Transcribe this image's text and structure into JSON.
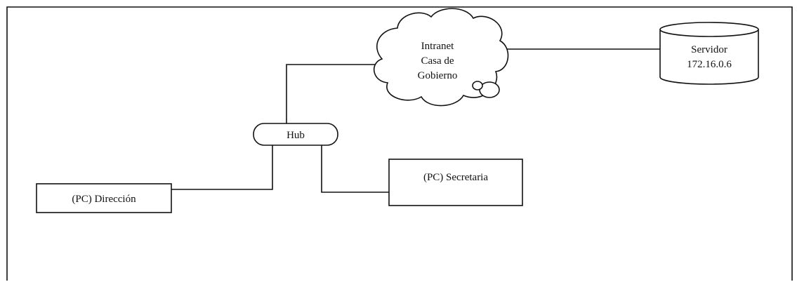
{
  "diagram": {
    "nodes": {
      "intranet": {
        "label_lines": [
          "Intranet",
          "Casa de",
          "Gobierno"
        ]
      },
      "server": {
        "label_lines": [
          "Servidor",
          "172.16.0.6"
        ]
      },
      "hub": {
        "label": "Hub"
      },
      "pc_direccion": {
        "label": "(PC) Dirección"
      },
      "pc_secretaria": {
        "label": "(PC) Secretaria"
      }
    },
    "edges": [
      {
        "from": "intranet",
        "to": "server"
      },
      {
        "from": "hub",
        "to": "intranet"
      },
      {
        "from": "hub",
        "to": "pc_direccion"
      },
      {
        "from": "hub",
        "to": "pc_secretaria"
      }
    ]
  }
}
